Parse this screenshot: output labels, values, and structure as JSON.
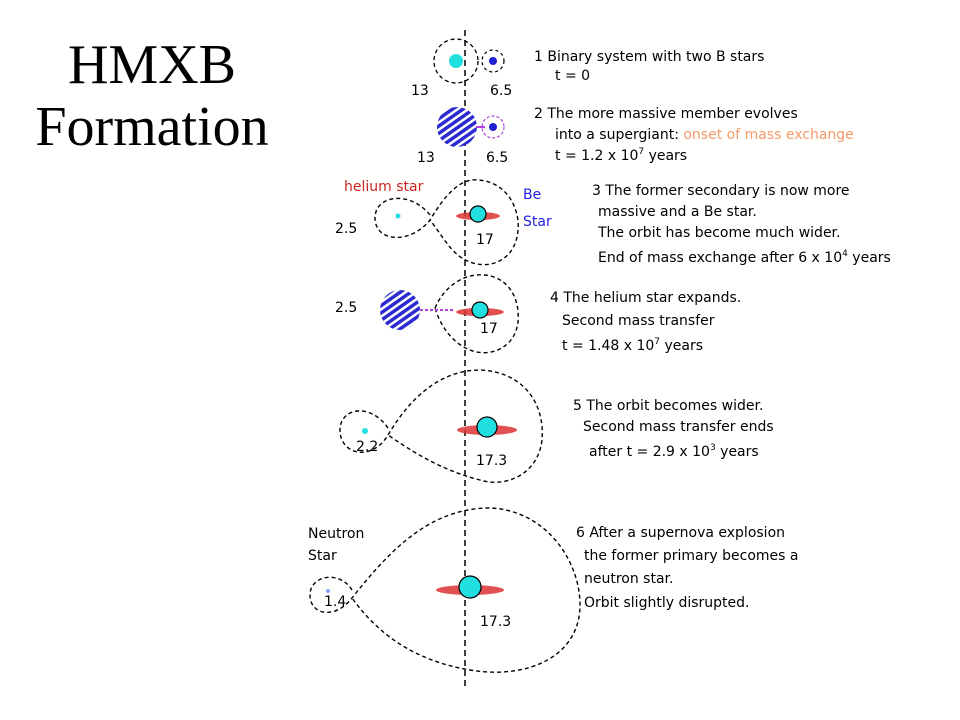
{
  "title_line1": "HMXB",
  "title_line2": "Formation",
  "stages": [
    {
      "masses": [
        "13",
        "6.5"
      ],
      "text": [
        "1 Binary system with two B stars",
        "t = 0"
      ]
    },
    {
      "masses": [
        "13",
        "6.5"
      ],
      "text_line1": "2 The more massive member evolves",
      "text_line2_prefix": "into a supergiant: ",
      "text_line2_highlight": "onset of mass exchange",
      "text_line3_prefix": "t = 1.2 x 10",
      "text_line3_exp": "7",
      "text_line3_suffix": " years"
    },
    {
      "helium_label": "helium star",
      "be_label_1": "Be",
      "be_label_2": "Star",
      "masses": [
        "2.5",
        "17"
      ],
      "text": [
        "3 The former secondary is now more",
        "massive and a Be star.",
        "The orbit has become much wider."
      ],
      "text_line4_prefix": "End of mass exchange after 6 x 10",
      "text_line4_exp": "4",
      "text_line4_suffix": " years"
    },
    {
      "masses": [
        "2.5",
        "17"
      ],
      "text": [
        "4 The helium star expands.",
        "Second mass transfer"
      ],
      "text_line3_prefix": "t = 1.48 x 10",
      "text_line3_exp": "7",
      "text_line3_suffix": " years"
    },
    {
      "masses": [
        "2.2",
        "17.3"
      ],
      "text": [
        "5 The orbit becomes wider.",
        "Second mass transfer ends"
      ],
      "text_line3_prefix": "after  t = 2.9 x 10",
      "text_line3_exp": "3",
      "text_line3_suffix": " years"
    },
    {
      "neutron_label_1": "Neutron",
      "neutron_label_2": "Star",
      "masses": [
        "1.4",
        "17.3"
      ],
      "text": [
        "6 After a supernova explosion",
        "the former primary becomes a",
        "neutron star.",
        "Orbit slightly disrupted."
      ]
    }
  ],
  "colors": {
    "cyan_star": "#22e0e0",
    "blue_star": "#1f1fd0",
    "striped_star": "#3a3ad6",
    "highlight_text": "#f49a6a",
    "helium_label": "#cc2222",
    "be_label": "#2222dd",
    "disk_red": "#cc2222"
  }
}
